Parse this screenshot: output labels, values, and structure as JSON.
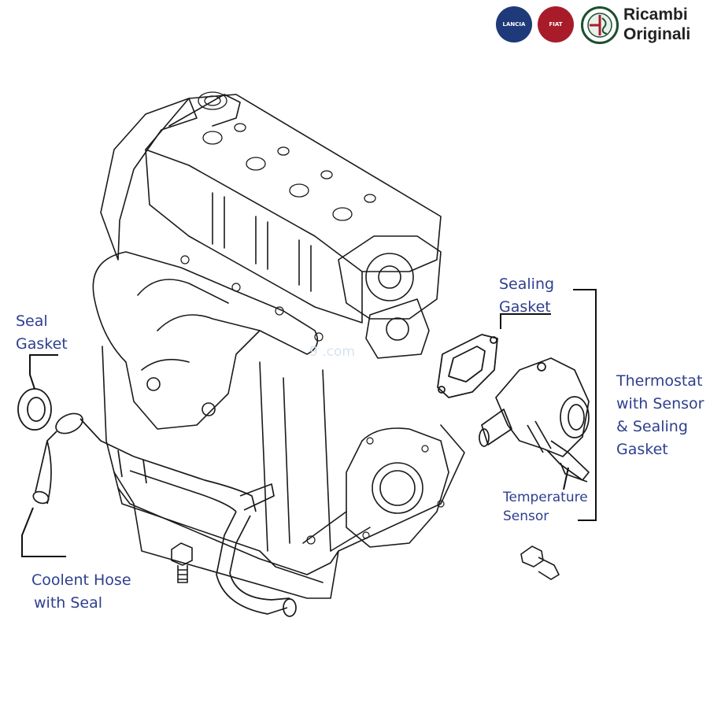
{
  "header": {
    "brand_line1": "Ricambi",
    "brand_line2": "Originali",
    "logos": [
      {
        "name": "lancia-logo",
        "text": "LANCIA",
        "color": "#1f3a78"
      },
      {
        "name": "fiat-logo",
        "text": "FIAT",
        "color": "#a81c2a"
      },
      {
        "name": "alfa-romeo-logo",
        "text": "",
        "color": "#1d4f2e"
      }
    ]
  },
  "watermark": "9 .com",
  "callouts": {
    "seal_gasket": {
      "line1": "Seal",
      "line2": "Gasket"
    },
    "coolent_hose": {
      "line1": "Coolent Hose",
      "line2": "with Seal"
    },
    "sealing_gasket": {
      "line1": "Sealing",
      "line2": "Gasket"
    },
    "thermostat": {
      "line1": "Thermostat",
      "line2": "with Sensor",
      "line3": "& Sealing",
      "line4": "Gasket"
    },
    "temperature_sensor": {
      "line1": "Temperature",
      "line2": "Sensor"
    }
  },
  "colors": {
    "label": "#2e3f8f",
    "line": "#111111",
    "drawing": "#1a1a1a"
  }
}
